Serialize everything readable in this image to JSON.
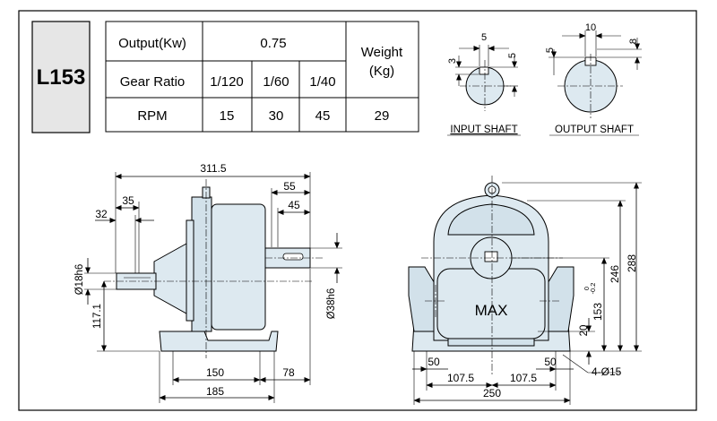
{
  "model": "L153",
  "table": {
    "output_label": "Output(Kw)",
    "output_value": "0.75",
    "gear_ratio_label": "Gear Ratio",
    "ratios": [
      "1/120",
      "1/60",
      "1/40"
    ],
    "rpm_label": "RPM",
    "rpms": [
      "15",
      "30",
      "45"
    ],
    "weight_label_line1": "Weight",
    "weight_label_line2": "(Kg)",
    "weight_value": "29"
  },
  "input_shaft": {
    "caption": "INPUT SHAFT",
    "dim_top": "5",
    "dim_left": "3",
    "dim_right": "5"
  },
  "output_shaft": {
    "caption": "OUTPUT SHAFT",
    "dim_top": "10",
    "dim_right": "8",
    "dim_left": "5"
  },
  "side_view": {
    "overall": "311.5",
    "d55": "55",
    "d45": "45",
    "d35": "35",
    "d32": "32",
    "input_dia": "Ø18h6",
    "height": "117.1",
    "output_dia": "Ø38h6",
    "d150": "150",
    "d78": "78",
    "d185": "185"
  },
  "front_view": {
    "label": "MAX",
    "h288": "288",
    "h246": "246",
    "h153": "153",
    "h153_tol_upper": "0",
    "h153_tol_lower": "-0.2",
    "h20": "20",
    "w50_left": "50",
    "w50_right": "50",
    "w107_left": "107.5",
    "w107_right": "107.5",
    "w250": "250",
    "holes": "4-Ø15"
  }
}
